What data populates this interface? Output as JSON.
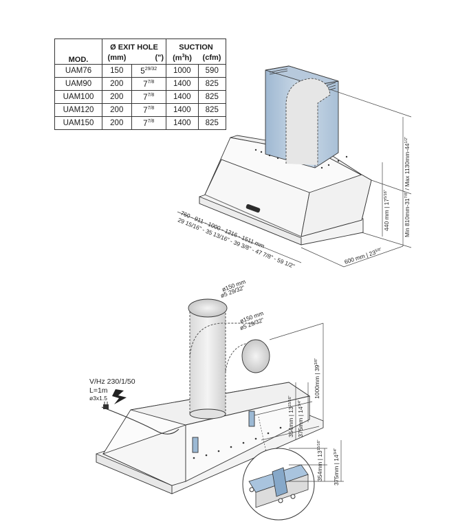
{
  "table": {
    "header": {
      "mod": "MOD.",
      "exit_hole": "Ø EXIT HOLE",
      "suction": "SUCTION",
      "unit_mm": "(mm)",
      "unit_in": "(\")",
      "unit_m3h_base": "(m",
      "unit_m3h_sup": "3",
      "unit_m3h_end": "h)",
      "unit_cfm": "(cfm)"
    },
    "rows": [
      {
        "mod": "UAM76",
        "mm": "150",
        "in_whole": "5",
        "in_frac": "29/32",
        "m3h": "1000",
        "cfm": "590"
      },
      {
        "mod": "UAM90",
        "mm": "200",
        "in_whole": "7",
        "in_frac": "7/8",
        "m3h": "1400",
        "cfm": "825"
      },
      {
        "mod": "UAM100",
        "mm": "200",
        "in_whole": "7",
        "in_frac": "7/8",
        "m3h": "1400",
        "cfm": "825"
      },
      {
        "mod": "UAM120",
        "mm": "200",
        "in_whole": "7",
        "in_frac": "7/8",
        "m3h": "1400",
        "cfm": "825"
      },
      {
        "mod": "UAM150",
        "mm": "200",
        "in_whole": "7",
        "in_frac": "7/8",
        "m3h": "1400",
        "cfm": "825"
      }
    ]
  },
  "top_drawing": {
    "height_range": "Min 810mm-31",
    "height_range_sup": "7/8\"",
    "height_range_end": " / Max 1130mm-44",
    "height_range_end_sup": "1/2\"",
    "body_height": "440 mm | 17",
    "body_height_sup": "5/16\"",
    "width_mm": "760 - 911 - 1000 - 1216 - 1511 mm",
    "width_in": "29 15/16\" - 35 13/16\" - 39 3/8\" - 47 7/8\" - 59 1/2\"",
    "depth": "600 mm | 23",
    "depth_sup": "5/8\""
  },
  "bottom_drawing": {
    "top_hole_mm": "ø150 mm",
    "top_hole_in": "ø5 29/32\"",
    "side_hole_mm": "ø150 mm",
    "side_hole_in": "ø5 29/32\"",
    "power": "V/Hz 230/1/50",
    "cable_length": "L=1m",
    "cable_section": "ø3x1.5",
    "total_height": "1000mm | 39",
    "total_height_sup": "3/8\"",
    "dim_354": "354mm | 13",
    "dim_354_sup": "15/16\"",
    "dim_375": "375mm | 14",
    "dim_375_sup": "3/4\""
  }
}
